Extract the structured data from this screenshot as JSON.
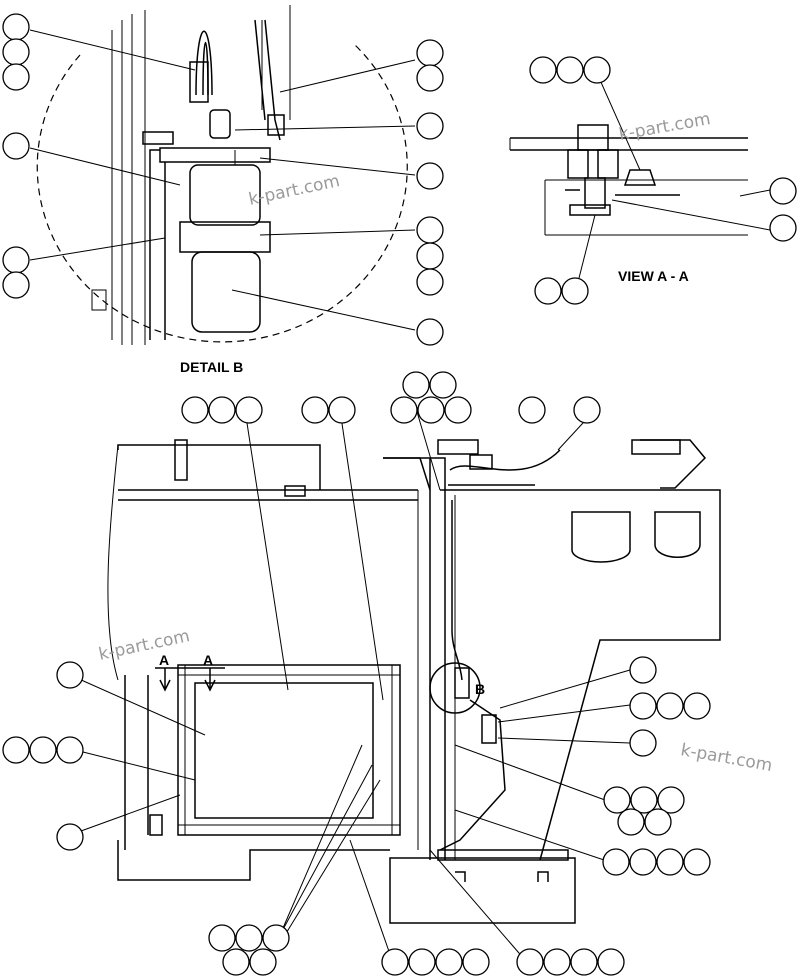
{
  "labels": {
    "detail_b": "DETAIL B",
    "view_aa": "VIEW A - A",
    "section_a_left": "A",
    "section_a_right": "A",
    "detail_ref_b": "B"
  },
  "watermarks": [
    "k-part.com",
    "k-part.com",
    "k-part.com",
    "k-part.com"
  ]
}
